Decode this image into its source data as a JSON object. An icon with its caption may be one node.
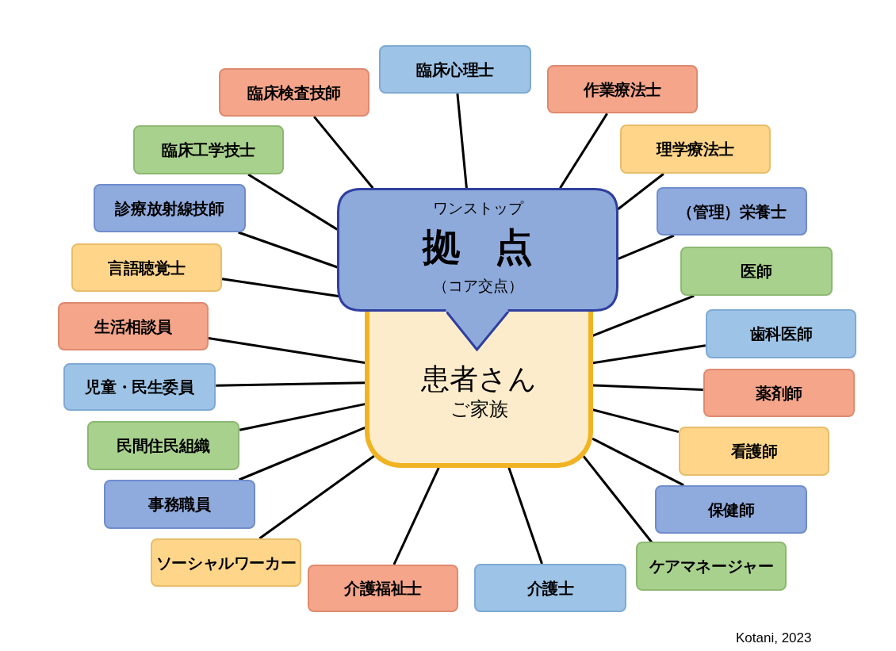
{
  "diagram": {
    "nodes": [
      {
        "text": [
          "臨床心理士"
        ]
      },
      {
        "text": [
          "臨床検査技師"
        ]
      },
      {
        "text": [
          "作業療法士"
        ]
      },
      {
        "text": [
          "臨床工学技士"
        ]
      },
      {
        "text": [
          "理学療法士"
        ]
      },
      {
        "text": [
          "診療放射線技師"
        ]
      },
      {
        "text": [
          "（管理）栄養士"
        ]
      },
      {
        "text": [
          "ワンストップ",
          "拠点",
          "（コア交点）"
        ]
      },
      {
        "text": [
          "言語聴覚士"
        ]
      },
      {
        "text": [
          "医師"
        ]
      },
      {
        "text": [
          "患者さん",
          "ご家族"
        ]
      },
      {
        "text": [
          "生活相談員"
        ]
      },
      {
        "text": [
          "歯科医師"
        ]
      },
      {
        "text": [
          "児童・民生委員"
        ]
      },
      {
        "text": [
          "薬剤師"
        ]
      },
      {
        "text": [
          "民間住民組織"
        ]
      },
      {
        "text": [
          "看護師"
        ]
      },
      {
        "text": [
          "事務職員"
        ]
      },
      {
        "text": [
          "保健師"
        ]
      },
      {
        "text": [
          "ソーシャルワーカー"
        ]
      },
      {
        "text": [
          "ケアマネージャー"
        ]
      },
      {
        "text": [
          "介護福祉士"
        ]
      },
      {
        "text": [
          "介護士"
        ]
      }
    ],
    "edges": [
      {
        "from": 0,
        "to": 7,
        "arrow": "none"
      },
      {
        "from": 1,
        "to": 7,
        "arrow": "none"
      },
      {
        "from": 2,
        "to": 7,
        "arrow": "none"
      },
      {
        "from": 3,
        "to": 7,
        "arrow": "none"
      },
      {
        "from": 4,
        "to": 7,
        "arrow": "none"
      },
      {
        "from": 5,
        "to": 7,
        "arrow": "none"
      },
      {
        "from": 6,
        "to": 7,
        "arrow": "none"
      },
      {
        "from": 8,
        "to": 7,
        "arrow": "none"
      },
      {
        "from": 9,
        "to": 10,
        "arrow": "none"
      },
      {
        "from": 11,
        "to": 10,
        "arrow": "none"
      },
      {
        "from": 12,
        "to": 10,
        "arrow": "none"
      },
      {
        "from": 13,
        "to": 10,
        "arrow": "none"
      },
      {
        "from": 14,
        "to": 10,
        "arrow": "none"
      },
      {
        "from": 15,
        "to": 10,
        "arrow": "none"
      },
      {
        "from": 16,
        "to": 10,
        "arrow": "none"
      },
      {
        "from": 17,
        "to": 10,
        "arrow": "none"
      },
      {
        "from": 18,
        "to": 10,
        "arrow": "none"
      },
      {
        "from": 19,
        "to": 10,
        "arrow": "none"
      },
      {
        "from": 20,
        "to": 10,
        "arrow": "none"
      },
      {
        "from": 21,
        "to": 10,
        "arrow": "none"
      },
      {
        "from": 22,
        "to": 10,
        "arrow": "none"
      }
    ],
    "labels": [
      "Kotani, 2023"
    ]
  }
}
